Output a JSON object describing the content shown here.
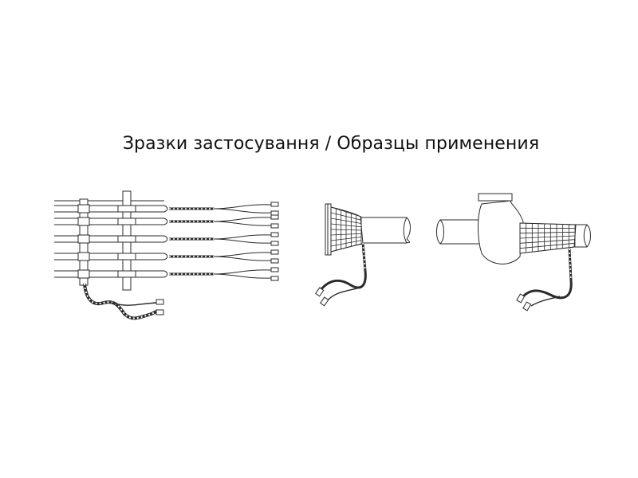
{
  "caption": "Зразки застосування / Образцы применения",
  "colors": {
    "line": "#2a2a2a",
    "background": "#ffffff"
  },
  "figures": [
    {
      "name": "pipe-bundle-heat-tracing",
      "icon": "pipe-bundle-illustration"
    },
    {
      "name": "flanged-pipe-heating-mesh",
      "icon": "flange-pipe-illustration"
    },
    {
      "name": "valve-pipe-heating-mesh",
      "icon": "valve-pipe-illustration"
    }
  ]
}
